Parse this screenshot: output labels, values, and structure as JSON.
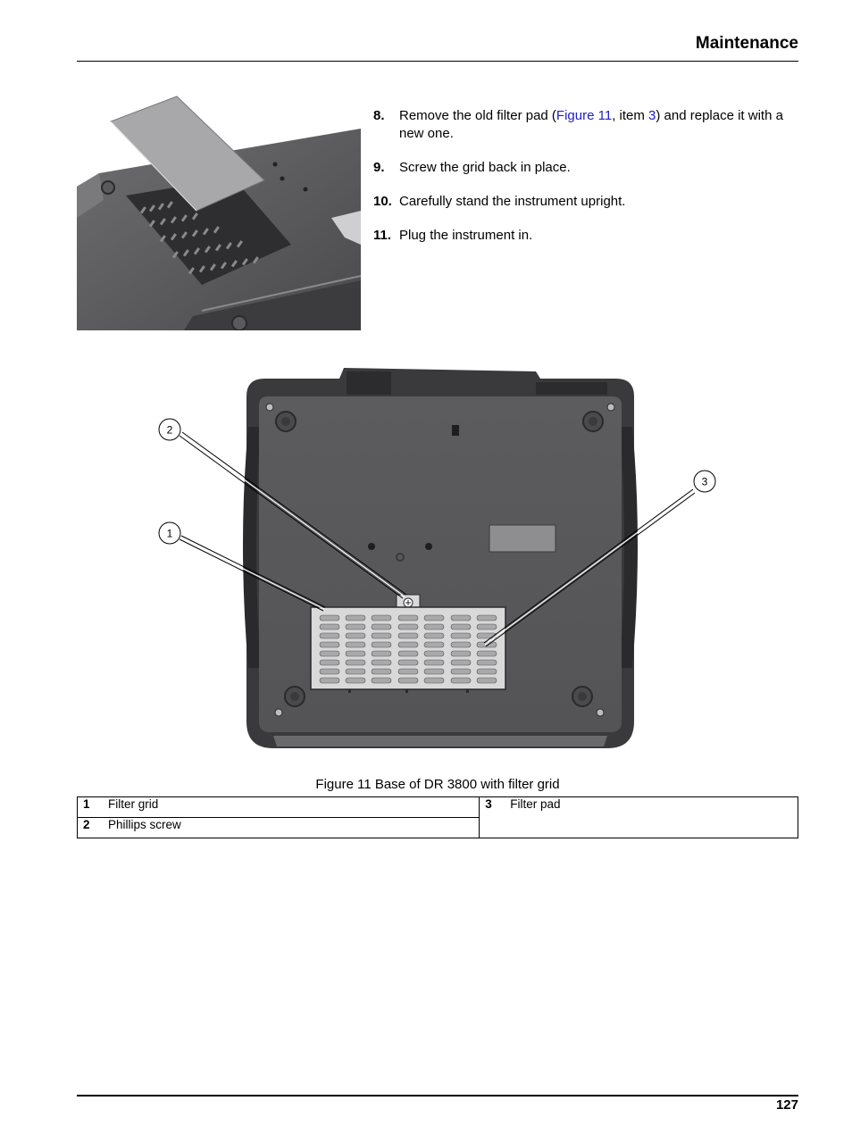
{
  "header": {
    "title": "Maintenance"
  },
  "steps": [
    {
      "num": "8.",
      "pre": "Remove the old filter pad (",
      "link1": "Figure 11",
      "mid": ", item ",
      "link2": "3",
      "post": ") and replace it with a new one."
    },
    {
      "num": "9.",
      "text": "Screw the grid back in place."
    },
    {
      "num": "10.",
      "text": "Carefully stand the instrument upright."
    },
    {
      "num": "11.",
      "text": "Plug the instrument in."
    }
  ],
  "figure": {
    "caption": "Figure 11  Base of DR 3800 with filter grid",
    "callouts": [
      "1",
      "2",
      "3"
    ]
  },
  "legend": {
    "rows": [
      {
        "left_num": "1",
        "left_text": "Filter grid",
        "right_num": "3",
        "right_text": "Filter pad"
      },
      {
        "left_num": "2",
        "left_text": "Phillips screw"
      }
    ]
  },
  "footer": {
    "page_number": "127"
  },
  "colors": {
    "link": "#1f20c8",
    "device_body": "#5a5a5c",
    "device_dark": "#3a3a3c",
    "grid": "#d9d9d9"
  }
}
